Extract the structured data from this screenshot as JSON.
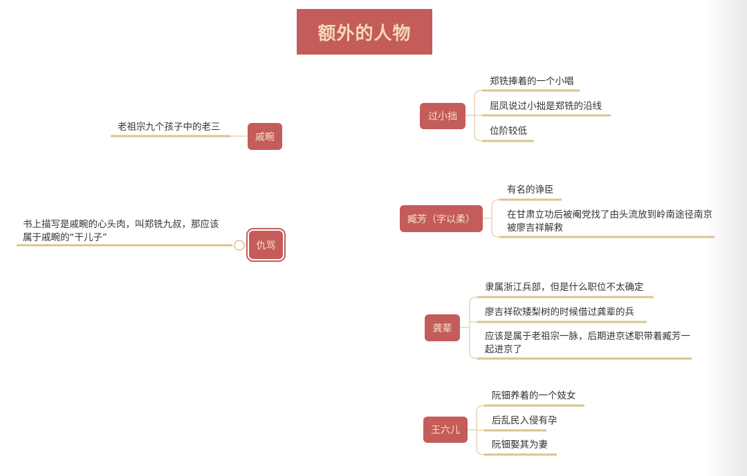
{
  "title": "额外的人物",
  "colors": {
    "node_bg": "#c45c5a",
    "node_text": "#f6e2c4",
    "branch_line": "#d9c48e",
    "connector": "#e4d6b0"
  },
  "nodes": {
    "qi_wan": {
      "label": "戚畹",
      "leaves": [
        "老祖宗九个孩子中的老三"
      ]
    },
    "qiu_ke": {
      "label": "仇骂",
      "leaves": [
        "书上描写是戚畹的心头肉，叫郑铣九叔，那应该属于戚畹的“干儿子”"
      ]
    },
    "guo_xiao_zhuo": {
      "label": "过小拙",
      "leaves": [
        "郑铣捧着的一个小唱",
        "屈凤说过小拙是郑铣的沿线",
        "位阶较低"
      ]
    },
    "zang_fang": {
      "label": "臧芳（字以柔）",
      "leaves": [
        "有名的诤臣",
        "在甘肃立功后被阉党找了由头流放到岭南途径南京被廖吉祥解救"
      ]
    },
    "gong_hui": {
      "label": "龚辈",
      "leaves": [
        "隶属浙江兵部，但是什么职位不太确定",
        "廖吉祥砍矮梨树的时候借过龚辈的兵",
        "应该是属于老祖宗一脉，后期进京述职带着臧芳一起进京了"
      ]
    },
    "wang_liu_er": {
      "label": "王六儿",
      "leaves": [
        "阮钿养着的一个妓女",
        "后乱民入侵有孕",
        "阮钿娶其为妻"
      ]
    }
  }
}
